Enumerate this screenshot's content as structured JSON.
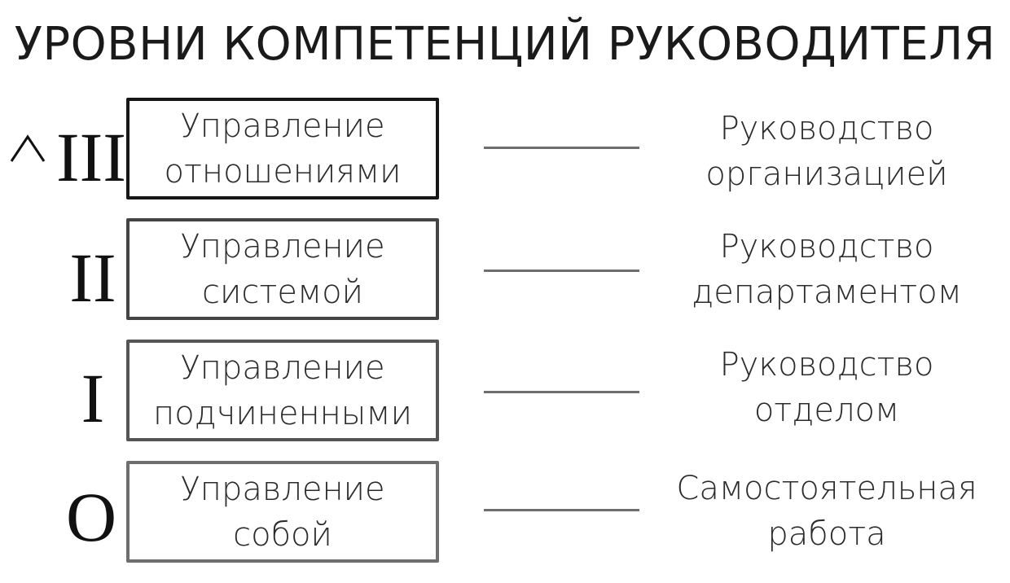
{
  "title": "УРОВНИ КОМПЕТЕНЦИЙ РУКОВОДИТЕЛЯ",
  "levels": [
    {
      "numeral": "III",
      "box_lines": [
        "Управление",
        "отношениями"
      ],
      "role_lines": [
        "Руководство",
        "организацией"
      ]
    },
    {
      "numeral": "II",
      "box_lines": [
        "Управление",
        "системой"
      ],
      "role_lines": [
        "Руководство",
        "департаментом"
      ]
    },
    {
      "numeral": "I",
      "box_lines": [
        "Управление",
        "подчиненными"
      ],
      "role_lines": [
        "Руководство",
        "отделом"
      ]
    },
    {
      "numeral": "O",
      "box_lines": [
        "Управление",
        "собой"
      ],
      "role_lines": [
        "Самостоятельная",
        "работа"
      ]
    }
  ],
  "colors": {
    "text": "#2b2b2b",
    "box_border": "#161616",
    "box_border_faded": "#6e6e6e",
    "connector": "#6e6e6e",
    "arrow_top": "#111111",
    "arrow_bottom": "#6e6e6e"
  },
  "icons": {
    "growth_arrow": "arrow-up-icon"
  }
}
